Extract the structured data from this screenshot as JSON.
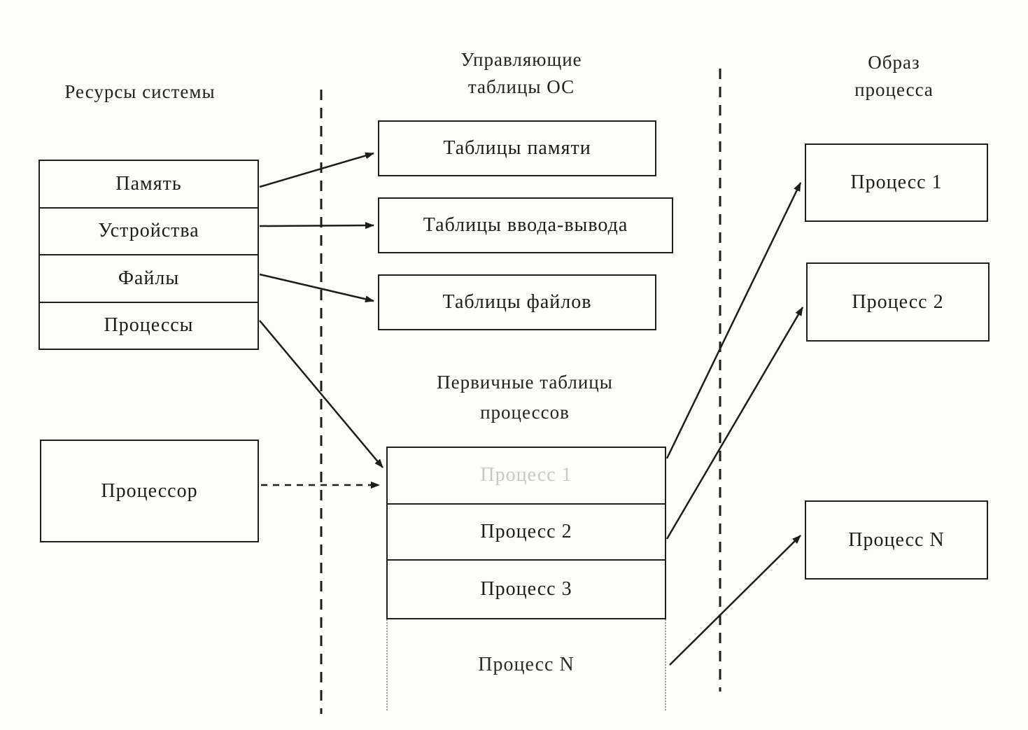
{
  "headings": {
    "left": "Ресурсы системы",
    "middle_top": "Управляющие\nтаблицы ОС",
    "middle_mid": "Первичные таблицы\nпроцессов",
    "right": "Образ\nпроцесса"
  },
  "resources": {
    "rows": [
      "Память",
      "Устройства",
      "Файлы",
      "Процессы"
    ],
    "processor": "Процессор"
  },
  "os_tables": {
    "memory": "Таблицы памяти",
    "io": "Таблицы ввода-вывода",
    "files": "Таблицы файлов"
  },
  "process_table": {
    "row1": "Процесс 1",
    "row2": "Процесс 2",
    "row3": "Процесс 3",
    "rowN": "Процесс N"
  },
  "process_images": {
    "p1": "Процесс 1",
    "p2": "Процесс 2",
    "pN": "Процесс N"
  },
  "colors": {
    "line": "#1c1c1c",
    "background": "#fcfcf8"
  }
}
